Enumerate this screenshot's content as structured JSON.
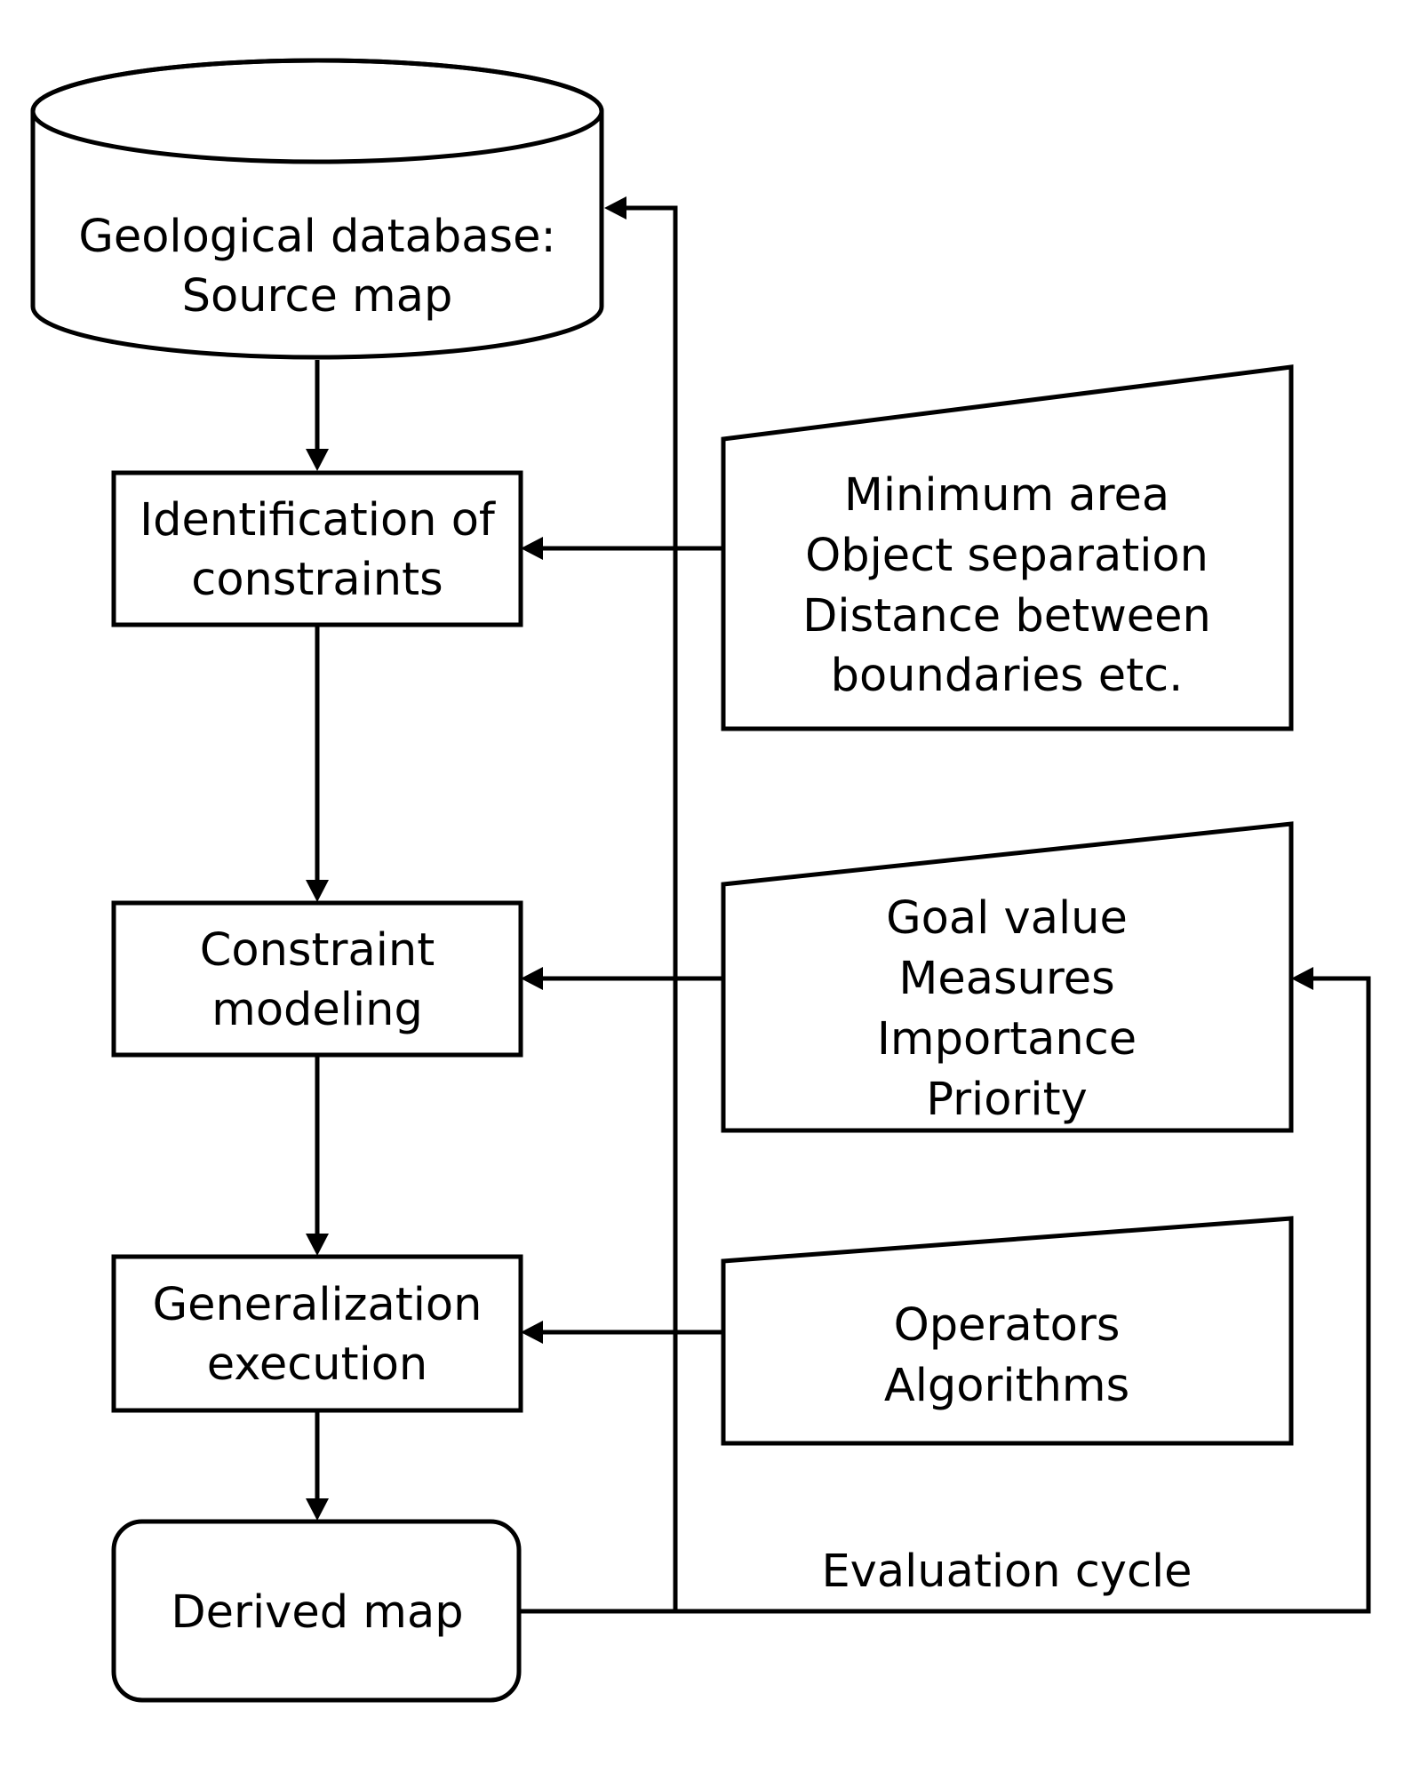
{
  "nodes": {
    "database": {
      "lines": [
        "Geological database:",
        "Source map"
      ]
    },
    "identification": {
      "lines": [
        "Identification of",
        "constraints"
      ]
    },
    "modeling": {
      "lines": [
        "Constraint",
        "modeling"
      ]
    },
    "execution": {
      "lines": [
        "Generalization",
        "execution"
      ]
    },
    "derived": {
      "lines": [
        "Derived map"
      ]
    }
  },
  "inputs": {
    "constraints_list": {
      "lines": [
        "Minimum area",
        "Object separation",
        "Distance between",
        "boundaries etc."
      ]
    },
    "modeling_params": {
      "lines": [
        "Goal value",
        "Measures",
        "Importance",
        "Priority"
      ]
    },
    "execution_tools": {
      "lines": [
        "Operators",
        "Algorithms"
      ]
    }
  },
  "labels": {
    "evaluation_cycle": "Evaluation cycle"
  },
  "colors": {
    "stroke": "#000000",
    "background": "#ffffff"
  }
}
